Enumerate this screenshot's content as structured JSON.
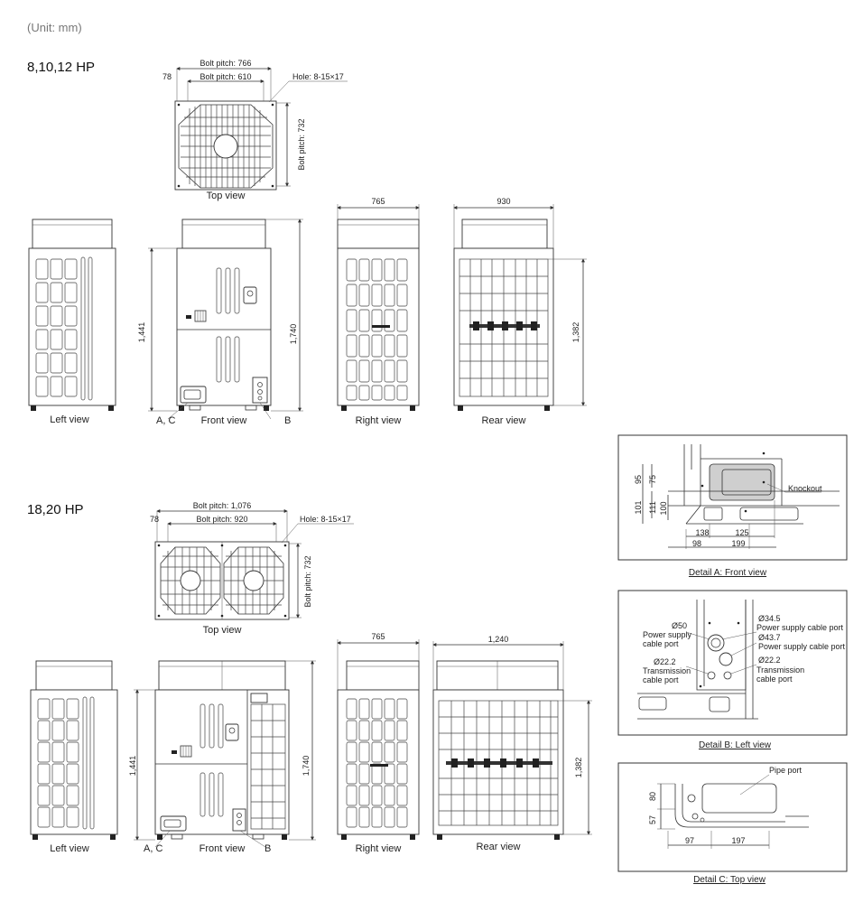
{
  "unit_note": "(Unit: mm)",
  "sections": [
    {
      "title": "8,10,12 HP",
      "top_view": {
        "caption": "Top view",
        "bolt_pitch_outer": "Bolt pitch: 766",
        "bolt_pitch_inner": "Bolt pitch: 610",
        "offset": "78",
        "hole": "Hole: 8-15×17",
        "bolt_pitch_side": "Bolt pitch: 732"
      },
      "left_view": "Left view",
      "front_view": {
        "caption": "Front view",
        "label_ac": "A, C",
        "label_b": "B",
        "height_left": "1,441",
        "height_right": "1,740"
      },
      "right_view": {
        "caption": "Right view",
        "width": "765"
      },
      "rear_view": {
        "caption": "Rear view",
        "width": "930",
        "height": "1,382"
      }
    },
    {
      "title": "18,20 HP",
      "top_view": {
        "caption": "Top view",
        "bolt_pitch_outer": "Bolt pitch: 1,076",
        "bolt_pitch_inner": "Bolt pitch: 920",
        "offset": "78",
        "hole": "Hole: 8-15×17",
        "bolt_pitch_side": "Bolt pitch: 732"
      },
      "left_view": "Left view",
      "front_view": {
        "caption": "Front view",
        "label_ac": "A, C",
        "label_b": "B",
        "height_left": "1,441",
        "height_right": "1,740"
      },
      "right_view": {
        "caption": "Right view",
        "width": "765"
      },
      "rear_view": {
        "caption": "Rear view",
        "width": "1,240",
        "height": "1,382"
      }
    }
  ],
  "details": {
    "a": {
      "caption": "Detail A: Front view",
      "knockout": "Knockout",
      "dims": [
        "95",
        "75",
        "101",
        "111",
        "100",
        "138",
        "125",
        "98",
        "199"
      ]
    },
    "b": {
      "caption": "Detail B: Left view",
      "d50": "Ø50",
      "power_left_1": "Power supply",
      "power_left_2": "cable port",
      "d34": "Ø34.5",
      "power_right_a": "Power supply cable port",
      "d43": "Ø43.7",
      "power_right_b": "Power supply cable port",
      "d22_left": "Ø22.2",
      "trans_left_1": "Transmission",
      "trans_left_2": "cable port",
      "d22_right": "Ø22.2",
      "trans_right_1": "Transmission",
      "trans_right_2": "cable port"
    },
    "c": {
      "caption": "Detail C: Top view",
      "pipe_port": "Pipe port",
      "dims": [
        "80",
        "57",
        "97",
        "197"
      ]
    }
  }
}
